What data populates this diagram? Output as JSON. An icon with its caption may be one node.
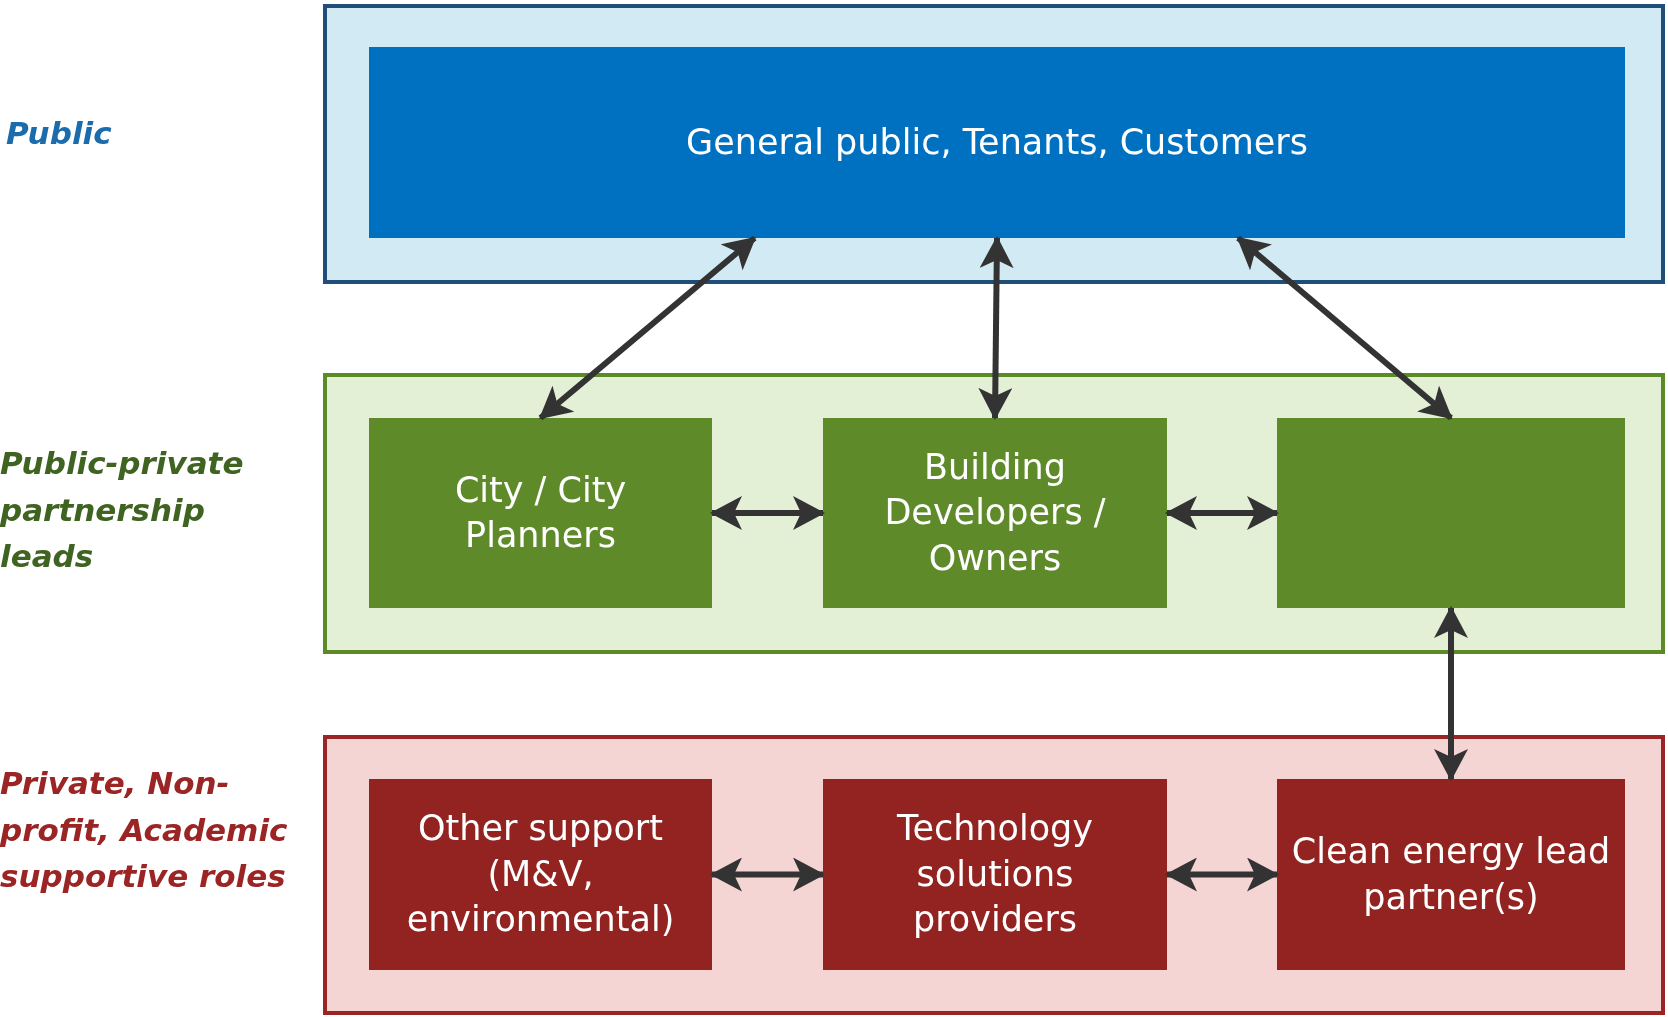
{
  "diagram": {
    "nodes": [
      {
        "text": [],
        "shape": "box"
      },
      {
        "text": [
          "General public, Tenants, Customers"
        ],
        "in": 0
      },
      {
        "text": [],
        "shape": "box"
      },
      {
        "text": [
          "City / City Planners"
        ],
        "in": 2
      },
      {
        "text": [
          "Building Developers / Owners"
        ],
        "in": 2
      },
      {
        "text": [],
        "shape": "box",
        "in": 2
      },
      {
        "text": [],
        "shape": "box"
      },
      {
        "text": [
          "Other support (M&V, environmental)"
        ],
        "in": 6
      },
      {
        "text": [
          "Technology solutions providers"
        ],
        "in": 6
      },
      {
        "text": [
          "Clean energy lead partner(s)"
        ],
        "in": 6
      }
    ],
    "edges": [
      {
        "from": 1,
        "to": 3,
        "arrow": "both"
      },
      {
        "from": 1,
        "to": 4,
        "arrow": "both"
      },
      {
        "from": 1,
        "to": 5,
        "arrow": "both"
      },
      {
        "from": 3,
        "to": 4,
        "arrow": "both"
      },
      {
        "from": 4,
        "to": 5,
        "arrow": "both"
      },
      {
        "from": 5,
        "to": 9,
        "arrow": "both"
      },
      {
        "from": 7,
        "to": 8,
        "arrow": "both"
      },
      {
        "from": 8,
        "to": 9,
        "arrow": "both"
      }
    ],
    "labels": [
      "Public",
      "Public-private partnership leads",
      "Private, Non-profit, Academic supportive roles"
    ]
  }
}
